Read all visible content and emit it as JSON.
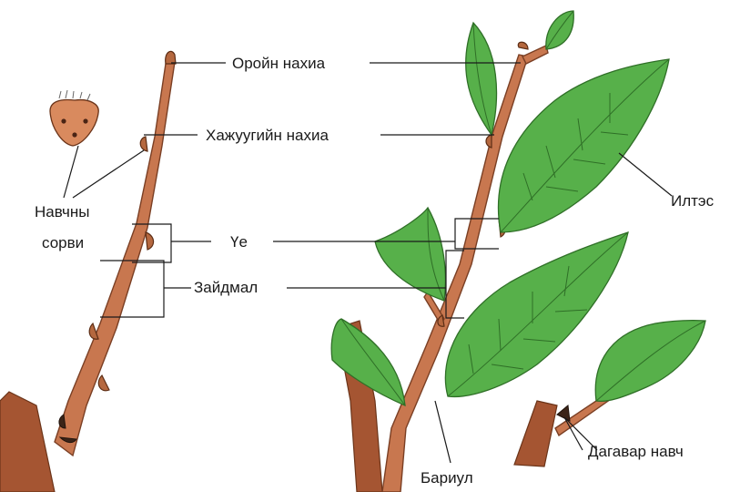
{
  "labels": {
    "terminal_bud": "Оройн нахиа",
    "lateral_bud": "Хажуугийн нахиа",
    "leaf_scar_line1": "Навчны",
    "leaf_scar_line2": "сорви",
    "node": "Үе",
    "internode": "Зайдмал",
    "blade": "Илтэс",
    "petiole": "Бариул",
    "stipule": "Дагавар навч"
  },
  "colors": {
    "stem": "#c8774f",
    "leaf": "#57b04a",
    "outline": "#1a1a1a"
  }
}
